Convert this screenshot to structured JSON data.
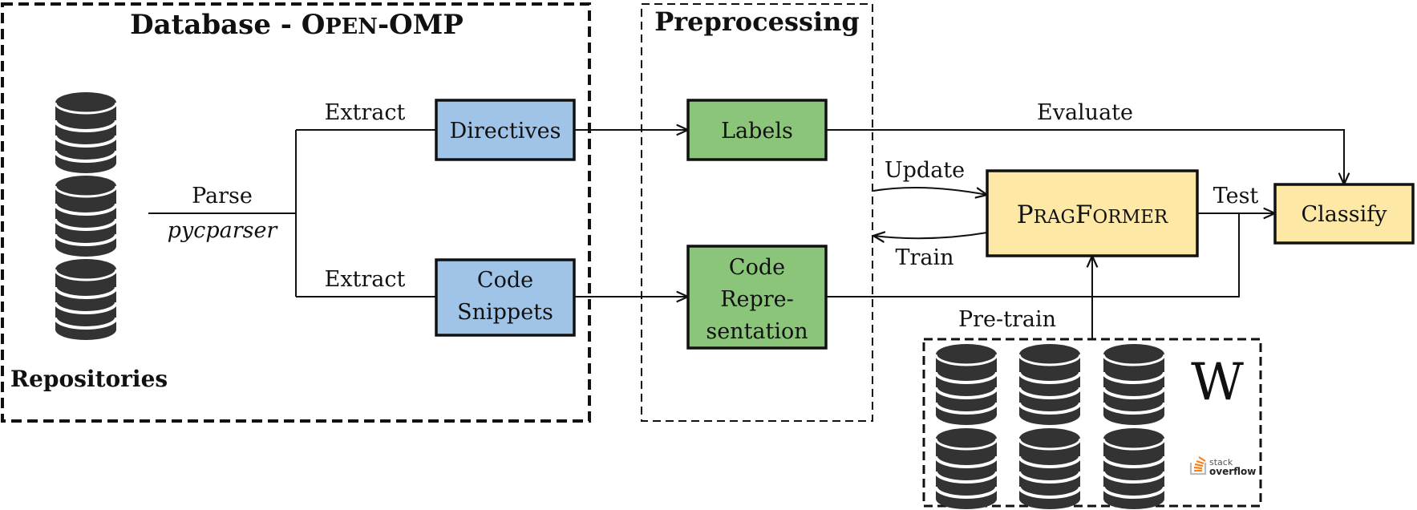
{
  "groups": {
    "database": {
      "title_prefix": "Database - ",
      "title_sc_1": "O",
      "title_sc_2": "PEN",
      "title_suffix": "-OMP",
      "repositories_label": "Repositories"
    },
    "preprocessing": {
      "title": "Preprocessing"
    }
  },
  "nodes": {
    "directives": "Directives",
    "code_snippets_line1": "Code",
    "code_snippets_line2": "Snippets",
    "labels": "Labels",
    "code_rep_line1": "Code",
    "code_rep_line2": "Repre-",
    "code_rep_line3": "sentation",
    "pragformer_p": "P",
    "pragformer_rag": "RAG",
    "pragformer_f": "F",
    "pragformer_ormer": "ORMER",
    "classify": "Classify"
  },
  "edges": {
    "parse": "Parse",
    "pycparser": "pycparser",
    "extract_top": "Extract",
    "extract_bottom": "Extract",
    "evaluate": "Evaluate",
    "update": "Update",
    "train": "Train",
    "test": "Test",
    "pretrain": "Pre-train"
  },
  "pretrain_sources": {
    "wikipedia_glyph": "W",
    "stack_line1": "stack",
    "stack_line2": "overflow"
  },
  "colors": {
    "blue_box": "#a0c4e8",
    "green_box": "#8bc57a",
    "yellow_box": "#fde8a6",
    "db_icon": "#333333",
    "stack_orange": "#f48024",
    "stack_gray": "#bcbbbb"
  },
  "icons": [
    "database-icon",
    "wikipedia-logo-icon",
    "stackoverflow-logo-icon"
  ]
}
